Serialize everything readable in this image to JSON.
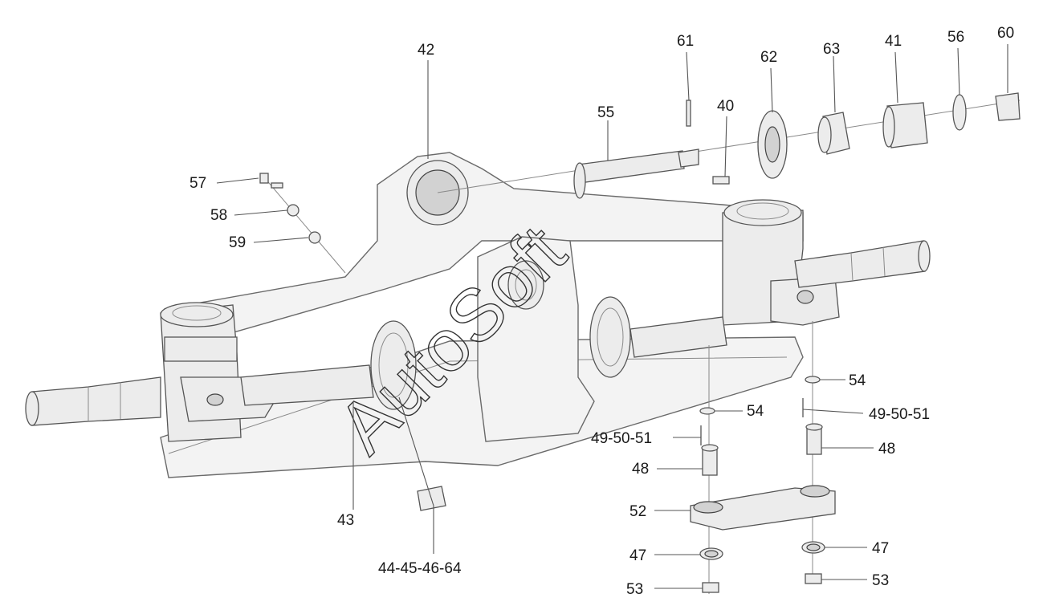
{
  "watermark": "AutoSoft",
  "labels": {
    "l42": "42",
    "l61": "61",
    "l62": "62",
    "l63": "63",
    "l41": "41",
    "l56": "56",
    "l60": "60",
    "l55": "55",
    "l40": "40",
    "l57": "57",
    "l58": "58",
    "l59": "59",
    "l43": "43",
    "l44": "44-45-46-64",
    "l54a": "54",
    "l54b": "54",
    "l495051a": "49-50-51",
    "l495051b": "49-50-51",
    "l48a": "48",
    "l48b": "48",
    "l52": "52",
    "l47a": "47",
    "l47b": "47",
    "l53a": "53",
    "l53b": "53"
  }
}
